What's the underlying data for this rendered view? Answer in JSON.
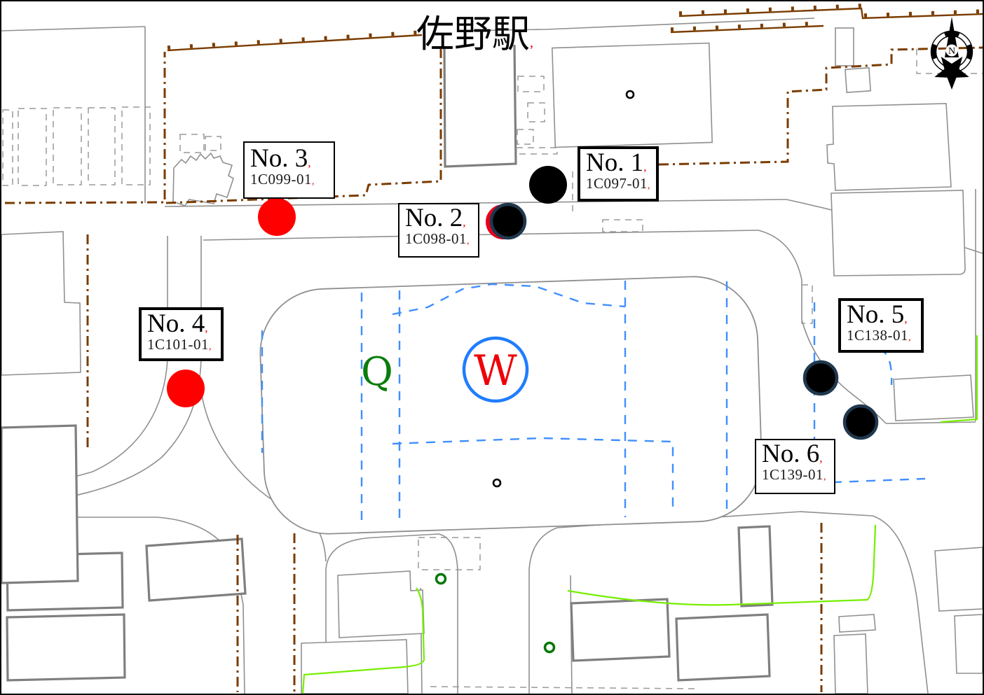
{
  "title": {
    "text": "佐野駅"
  },
  "comma_mark": ",",
  "compass": {
    "label": "N"
  },
  "island_symbols": {
    "w": "W",
    "q": "Q"
  },
  "points": [
    {
      "no": "No. 1",
      "id": "1C097-01",
      "marker": "black"
    },
    {
      "no": "No. 2",
      "id": "1C098-01",
      "marker": "black-ringed"
    },
    {
      "no": "No. 3",
      "id": "1C099-01",
      "marker": "red"
    },
    {
      "no": "No. 4",
      "id": "1C101-01",
      "marker": "red"
    },
    {
      "no": "No. 5",
      "id": "1C138-01",
      "marker": "black-ringed"
    },
    {
      "no": "No. 6",
      "id": "1C139-01",
      "marker": "black-ringed"
    }
  ],
  "colors": {
    "marker_red": "#ff0000",
    "marker_black": "#000000",
    "marker_ring": "#20384e",
    "boundary_brown": "#7a3c00",
    "road_gray": "#8f8f8f",
    "lane_blue": "#3f8fff",
    "w_circle_blue": "#1f7dff",
    "w_letter_red": "#ee0008",
    "vegetation_green": "#76ee00",
    "symbol_green": "#0b7d0b"
  }
}
